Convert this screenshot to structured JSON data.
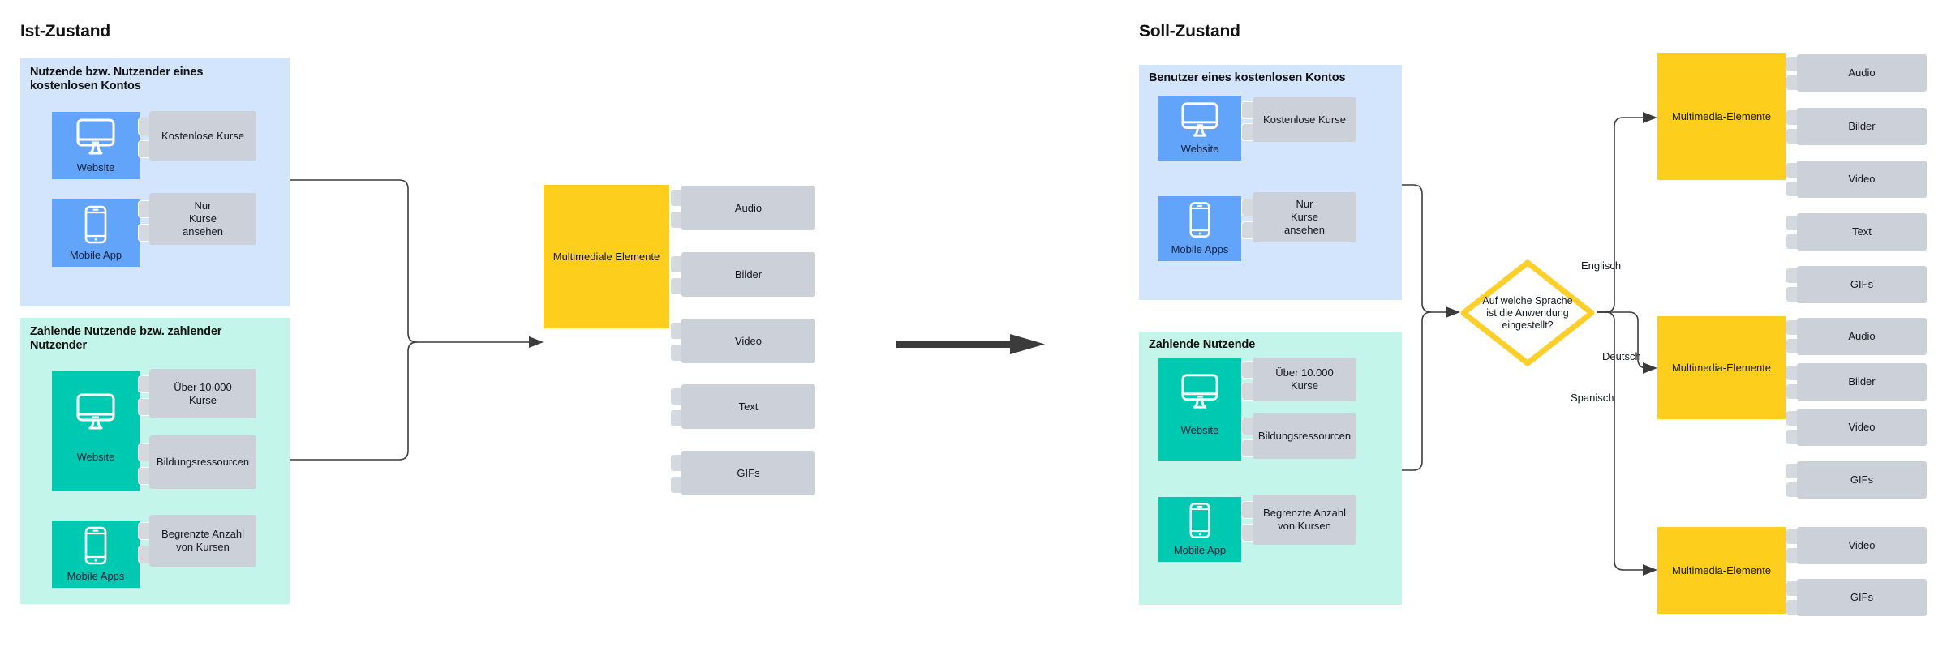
{
  "left": {
    "title": "Ist-Zustand",
    "groups": [
      {
        "name": "Nutzende bzw. Nutzender eines kostenlosen Kontos",
        "devices": [
          {
            "icon": "desktop-monitor-icon",
            "label": "Website",
            "note": "Kostenlose Kurse"
          },
          {
            "icon": "mobile-phone-icon",
            "label": "Mobile App",
            "note": "Nur\nKurse\nansehen"
          }
        ]
      },
      {
        "name": "Zahlende Nutzende bzw. zahlender Nutzender",
        "devices": [
          {
            "icon": "desktop-monitor-icon",
            "label": "Website",
            "note": "Über 10.000\nKurse",
            "note2": "Bildungsressourcen"
          },
          {
            "icon": "mobile-phone-icon",
            "label": "Mobile Apps",
            "note": "Begrenzte Anzahl\nvon Kursen"
          }
        ]
      }
    ],
    "process": {
      "label": "Multimediale Elemente",
      "items": [
        "Audio",
        "Bilder",
        "Video",
        "Text",
        "GIFs"
      ]
    }
  },
  "transition": {
    "icon": "right-arrow-icon"
  },
  "right": {
    "title": "Soll-Zustand",
    "groups": [
      {
        "name": "Benutzer eines kostenlosen Kontos",
        "devices": [
          {
            "icon": "desktop-monitor-icon",
            "label": "Website",
            "note": "Kostenlose Kurse"
          },
          {
            "icon": "mobile-phone-icon",
            "label": "Mobile Apps",
            "note": "Nur\nKurse\nansehen"
          }
        ]
      },
      {
        "name": "Zahlende Nutzende",
        "devices": [
          {
            "icon": "desktop-monitor-icon",
            "label": "Website",
            "note": "Über 10.000\nKurse",
            "note2": "Bildungsressourcen"
          },
          {
            "icon": "mobile-phone-icon",
            "label": "Mobile App",
            "note": "Begrenzte Anzahl\nvon Kursen"
          }
        ]
      }
    ],
    "decision": {
      "question": "Auf welche Sprache ist die Anwendung eingestellt?",
      "branches": [
        "Englisch",
        "Deutsch",
        "Spanisch"
      ]
    },
    "outputs": [
      {
        "branch": "Englisch",
        "label": "Multimedia-Elemente",
        "items": [
          "Audio",
          "Bilder",
          "Video",
          "Text",
          "GIFs"
        ]
      },
      {
        "branch": "Deutsch",
        "label": "Multimedia-Elemente",
        "items": [
          "Audio",
          "Bilder",
          "Video",
          "GIFs"
        ]
      },
      {
        "branch": "Spanisch",
        "label": "Multimedia-Elemente",
        "items": [
          "Video",
          "GIFs"
        ]
      }
    ]
  },
  "colors": {
    "panel_blue": "#d3e4fd",
    "panel_teal": "#c4f5ea",
    "tile_blue": "#63a4fb",
    "tile_teal": "#00c9b1",
    "process_yellow": "#fdce1b",
    "note_grey": "#ccd1d9",
    "connector": "#3b3b3b"
  }
}
